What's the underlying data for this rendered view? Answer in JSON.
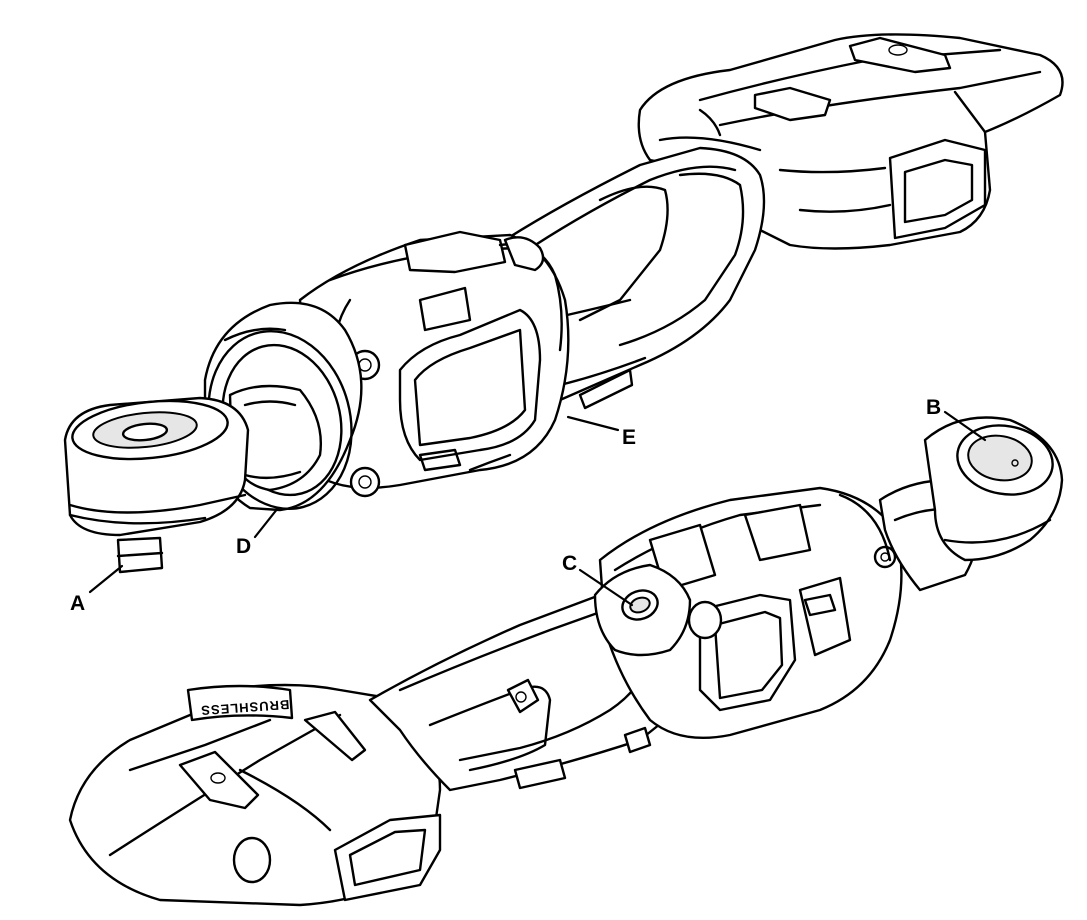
{
  "callouts": {
    "a": "A",
    "b": "B",
    "c": "C",
    "d": "D",
    "e": "E"
  },
  "brand_mark": "BRUSHLESS"
}
